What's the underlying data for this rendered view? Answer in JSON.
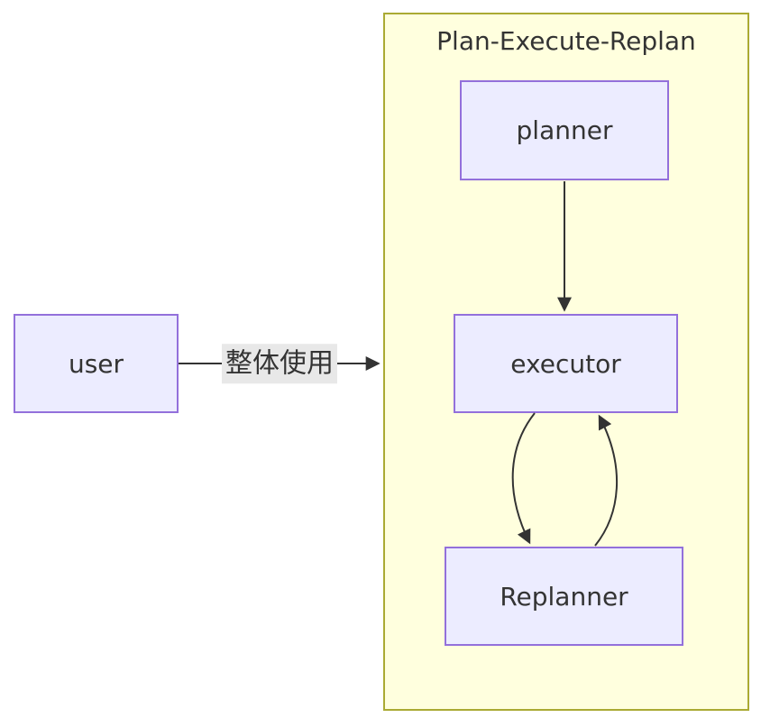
{
  "diagram": {
    "cluster": {
      "title": "Plan-Execute-Replan"
    },
    "nodes": [
      {
        "id": "user",
        "label": "user"
      },
      {
        "id": "planner",
        "label": "planner"
      },
      {
        "id": "executor",
        "label": "executor"
      },
      {
        "id": "replanner",
        "label": "Replanner"
      }
    ],
    "edges": [
      {
        "from": "user",
        "to": "Plan-Execute-Replan",
        "label": "整体使用",
        "arrow": "filled-triangle"
      },
      {
        "from": "planner",
        "to": "executor",
        "label": "",
        "arrow": "filled-triangle"
      },
      {
        "from": "executor",
        "to": "replanner",
        "label": "",
        "arrow": "filled-triangle"
      },
      {
        "from": "replanner",
        "to": "executor",
        "label": "",
        "arrow": "filled-triangle"
      }
    ]
  },
  "colors": {
    "canvas-bg": "#ffffff",
    "cluster-fill": "#ffffde",
    "cluster-border": "#aaaa33",
    "node-fill": "#ececff",
    "node-border": "#9370db",
    "edge-color": "#333333",
    "text-color": "#333333",
    "edge-label-bg": "#e8e8e8"
  }
}
